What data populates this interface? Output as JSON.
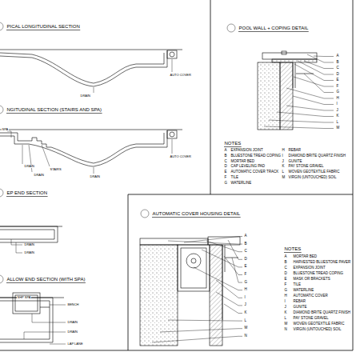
{
  "diagram": {
    "labels": [
      "PICAL LONGITUDINAL SECTION",
      "AUTO COVER",
      "DRAIN",
      "NGITUDINAL SECTION (STAIRS AND SPA)",
      "SPA",
      "DRAIN",
      "STAIRS",
      "DRAIN",
      "DRAIN",
      "AUTO COVER",
      "EP END SECTION",
      "DRAIN",
      "DRAIN",
      "ALLOW END SECTION (WITH SPA)",
      "SHP SPA",
      "BENCH",
      "DRAIN",
      "DRAIN",
      "LAP LANE",
      "POOL WALL + COPING DETAIL",
      "A",
      "B",
      "C",
      "D",
      "E",
      "F",
      "G",
      "H",
      "I",
      "J",
      "K",
      "L",
      "M",
      "NOTES",
      "A",
      "EXPANSION JOINT",
      "B",
      "BLUESTONE TREAD COPING",
      "C",
      "MORTAR BED",
      "D",
      "CAP LEVELING PAD",
      "E",
      "AUTOMATIC COVER TRACK",
      "F",
      "TILE",
      "G",
      "WATERLINE",
      "H",
      "REBAR",
      "I",
      "DIAMOND BRITE QUARTZ FINISH",
      "J",
      "GUNITE",
      "K",
      "PAY STONE GRAVEL",
      "L",
      "WOVEN GEOTEXTILE FABRIC",
      "M",
      "VIRGIN (UNTOUCHED) SOIL",
      "AUTOMATIC COVER HOUSING DETAIL",
      "A",
      "B",
      "C",
      "D",
      "E",
      "F",
      "G",
      "H",
      "I",
      "J",
      "K",
      "L",
      "M",
      "N",
      "NOTES",
      "A",
      "MORTAR BED",
      "B",
      "HARVESTED BLUESTONE PAVER",
      "C",
      "EXPANSION JOINT",
      "D",
      "BLUESTONE TREAD COPING",
      "E",
      "MASK OR BRACKETS",
      "F",
      "TILE",
      "G",
      "WATERLINE",
      "H",
      "AUTOMATIC COVER",
      "I",
      "REBAR",
      "J",
      "GUNITE",
      "K",
      "DIAMOND BRITE QUARTZ FINISH",
      "L",
      "PAY STONE GRAVEL",
      "M",
      "WOVEN GEOTEXTILE FABRIC",
      "N",
      "VIRGIN (UNTOUCHED) SOIL"
    ]
  }
}
